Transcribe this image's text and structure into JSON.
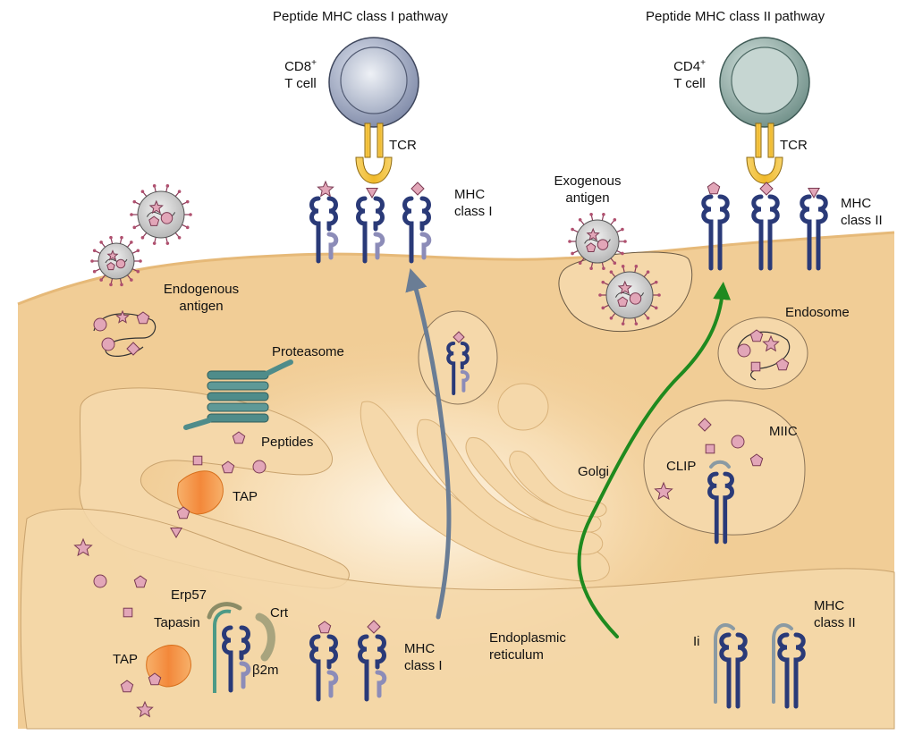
{
  "labels": {
    "pathway_1": "Peptide MHC class I pathway",
    "pathway_2": "Peptide MHC class II pathway",
    "cd8_base": "CD8",
    "cd8_sup": "+",
    "cd8_cell": "T cell",
    "cd4_base": "CD4",
    "cd4_sup": "+",
    "cd4_cell": "T cell",
    "tcr_1": "TCR",
    "tcr_2": "TCR",
    "mhc1_top_a": "MHC",
    "mhc1_top_b": "class I",
    "mhc2_top_a": "MHC",
    "mhc2_top_b": "class II",
    "exogenous_a": "Exogenous",
    "exogenous_b": "antigen",
    "endogenous_a": "Endogenous",
    "endogenous_b": "antigen",
    "proteasome": "Proteasome",
    "peptides": "Peptides",
    "tap_1": "TAP",
    "tap_2": "TAP",
    "endosome": "Endosome",
    "miic": "MIIC",
    "clip": "CLIP",
    "golgi": "Golgi",
    "erp57": "Erp57",
    "tapasin": "Tapasin",
    "crt": "Crt",
    "b2m": "β2m",
    "mhc1_er_a": "MHC",
    "mhc1_er_b": "class I",
    "er_a": "Endoplasmic",
    "er_b": "reticulum",
    "mhc2_er_a": "MHC",
    "mhc2_er_b": "class II",
    "ii": "Ii"
  },
  "colors": {
    "background": "#ffffff",
    "cytoplasm": "#f1cd96",
    "organelle": "#f5d8aa",
    "membrane_line": "#6b5a44",
    "mhc_heavy_chain": "#2a3a78",
    "mhc_light_chain": "#8c8cb8",
    "tcr": "#f2c13a",
    "cd8_cell": "#9aa3bd",
    "cd4_cell": "#8fa9a3",
    "peptide_pink": "#e2a6b8",
    "tap": "#f59a4a",
    "proteasome": "#4f8c8a",
    "arrow_class1": "#6a7d95",
    "arrow_class2": "#1f8a1f",
    "tapasin": "#4d9a86",
    "crt": "#a8a47e",
    "invariant_chain": "#8a9aa3"
  }
}
